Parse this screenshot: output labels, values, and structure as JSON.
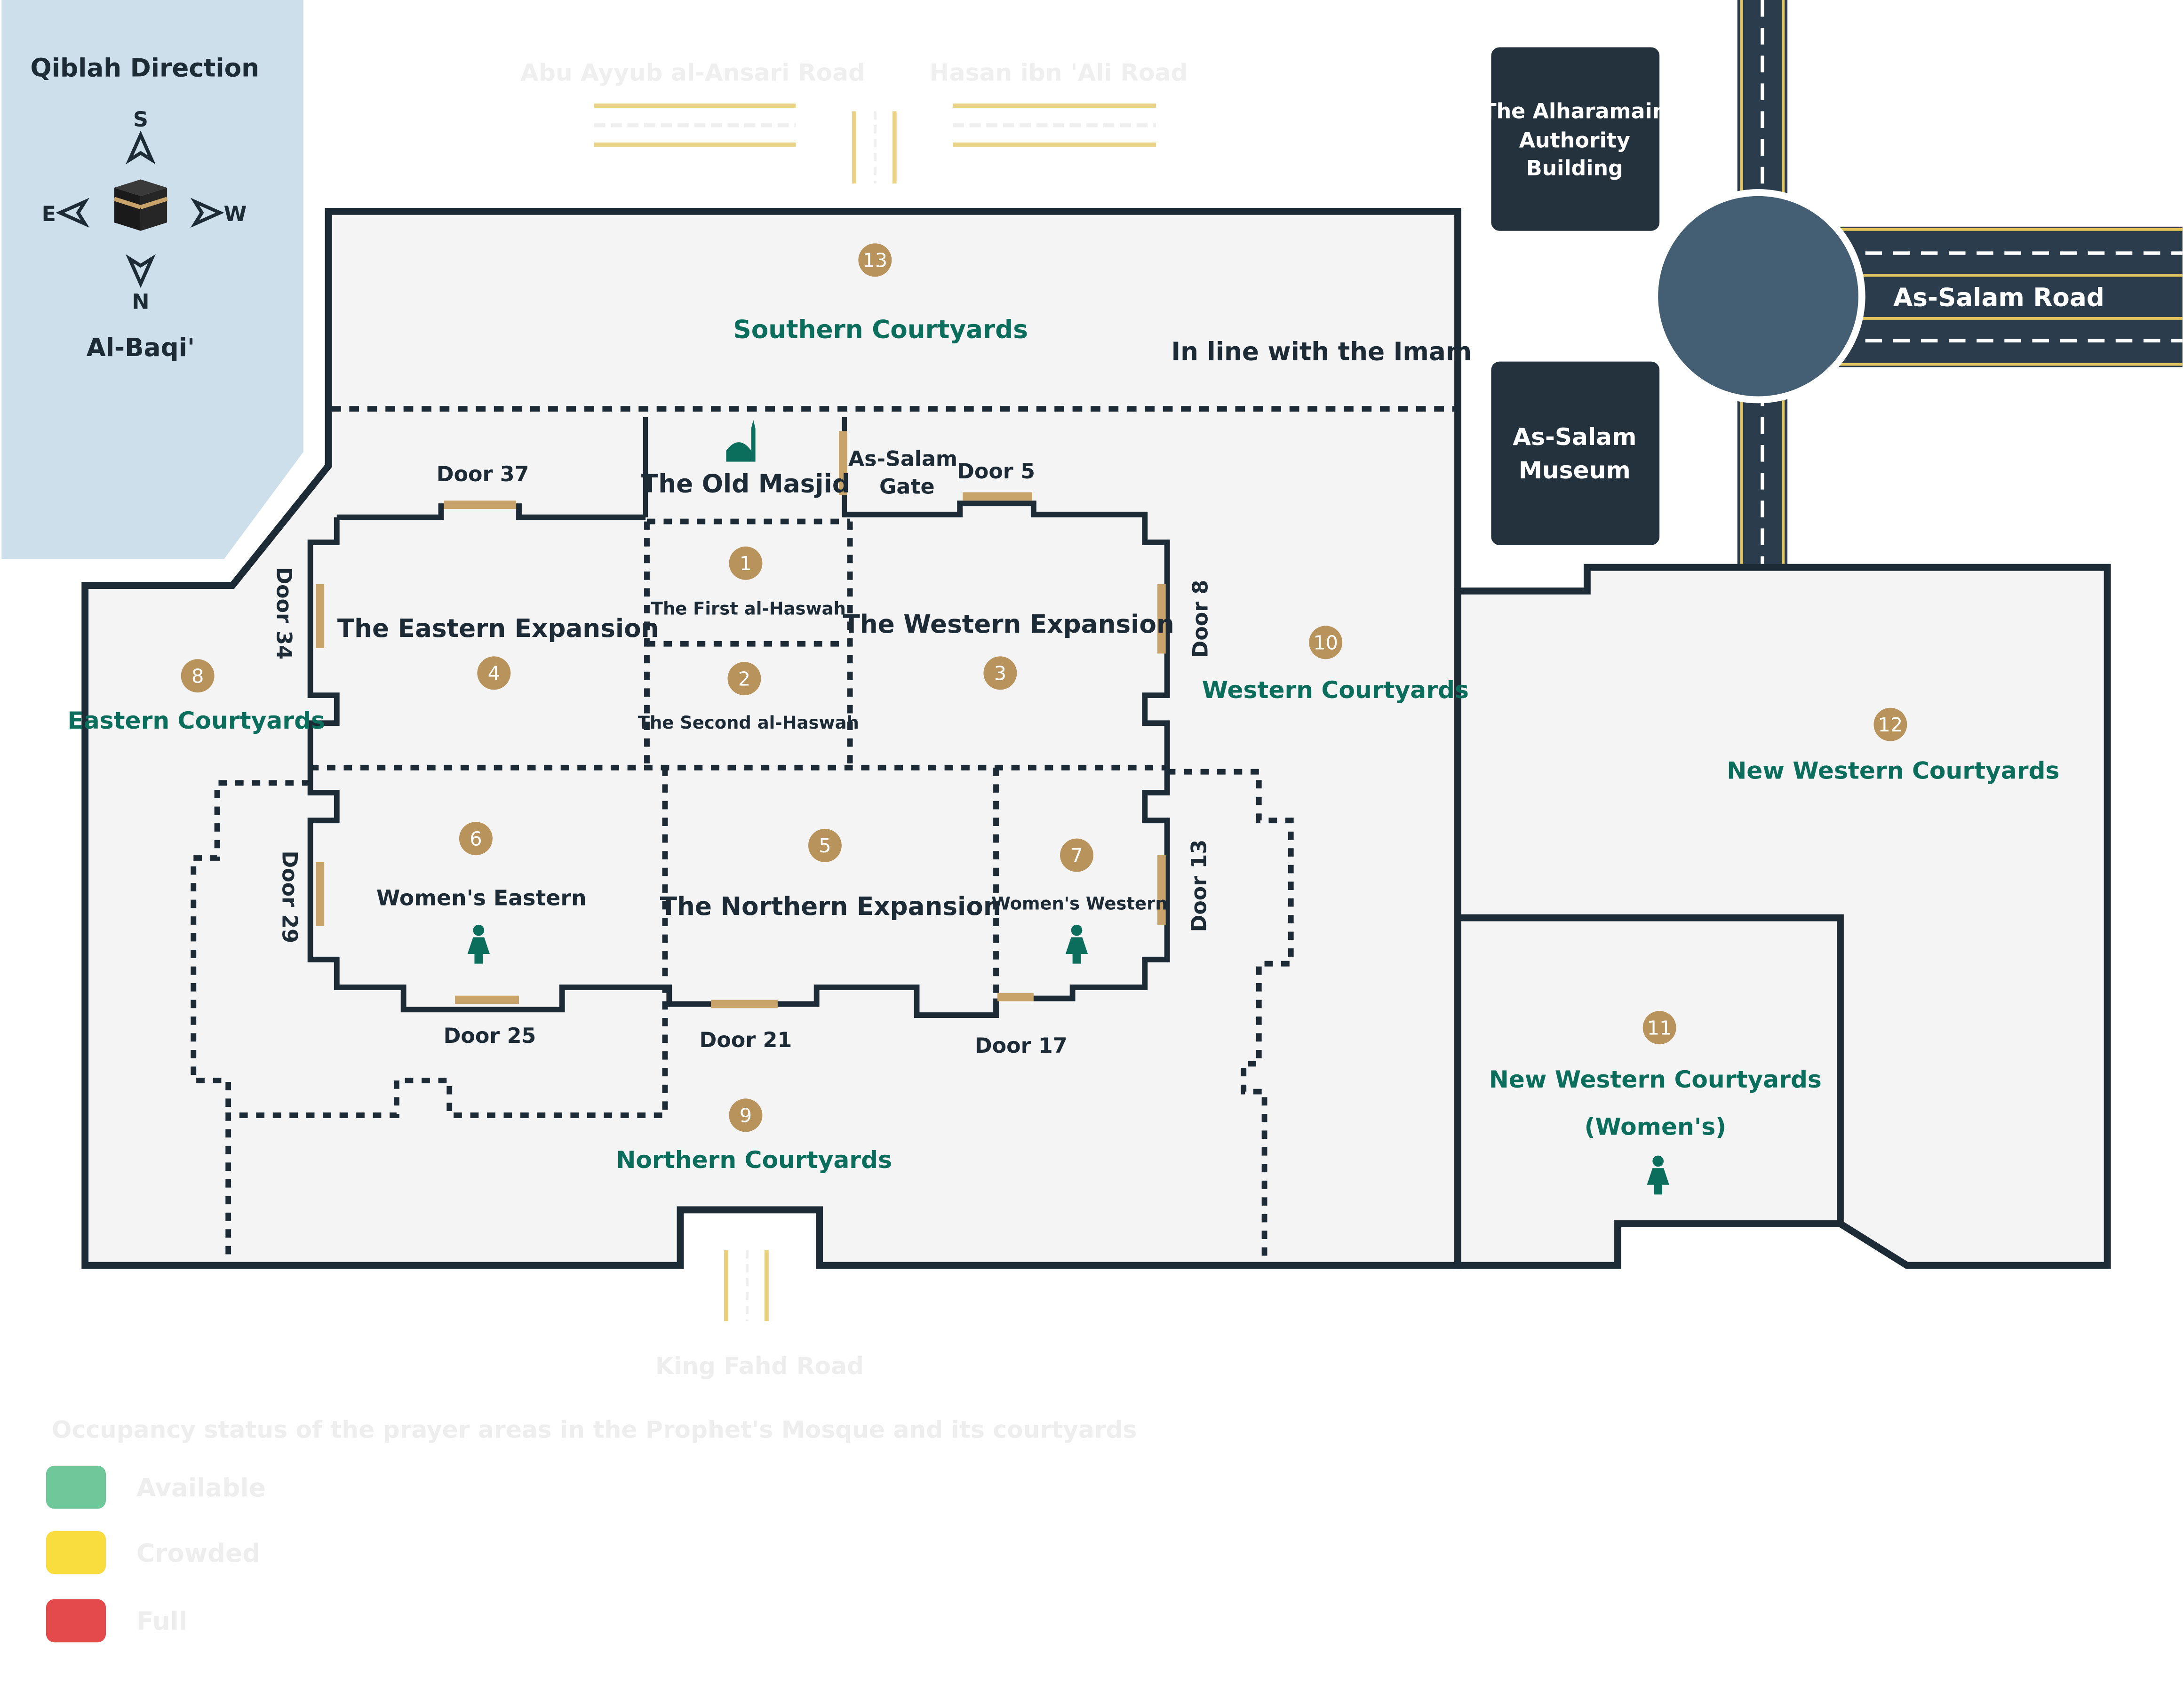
{
  "compass": {
    "title": "Qiblah Direction",
    "south": "S",
    "north": "N",
    "east": "E",
    "west": "W",
    "location": "Al-Baqi'"
  },
  "roads": {
    "abu_ayyub": "Abu Ayyub al-Ansari Road",
    "hasan": "Hasan ibn 'Ali Road",
    "as_salam": "As-Salam Road",
    "king_fahd": "King Fahd Road"
  },
  "buildings": {
    "authority_1": "The Alharamain",
    "authority_2": "Authority",
    "authority_3": "Building",
    "museum_1": "As-Salam",
    "museum_2": "Museum"
  },
  "areas": {
    "a1": {
      "num": "1",
      "label": "The First al-Haswah"
    },
    "a2": {
      "num": "2",
      "label": "The Second al-Haswah"
    },
    "a3": {
      "num": "3",
      "label": "The Western Expansion"
    },
    "a4": {
      "num": "4",
      "label": "The Eastern Expansion"
    },
    "a5": {
      "num": "5",
      "label": "The Northern Expansion"
    },
    "a6": {
      "num": "6",
      "label": "Women's Eastern"
    },
    "a7": {
      "num": "7",
      "label": "Women's Western"
    },
    "a8": {
      "num": "8",
      "label": "Eastern Courtyards"
    },
    "a9": {
      "num": "9",
      "label": "Northern Courtyards"
    },
    "a10": {
      "num": "10",
      "label": "Western Courtyards"
    },
    "a11": {
      "num": "11",
      "label_1": "New Western Courtyards",
      "label_2": "(Women's)"
    },
    "a12": {
      "num": "12",
      "label": "New Western Courtyards"
    },
    "a13": {
      "num": "13",
      "label": "Southern Courtyards"
    },
    "old_masjid": "The Old Masjid",
    "imam_line": "In line with the Imam"
  },
  "gates": {
    "as_salam_1": "As-Salam",
    "as_salam_2": "Gate",
    "door5": "Door 5",
    "door8": "Door 8",
    "door13": "Door 13",
    "door17": "Door 17",
    "door21": "Door 21",
    "door25": "Door 25",
    "door29": "Door 29",
    "door34": "Door 34",
    "door37": "Door 37"
  },
  "legend": {
    "title": "Occupancy status of the prayer areas in the Prophet's Mosque and its courtyards",
    "items": [
      {
        "label": "Available",
        "color": "#6ec89a"
      },
      {
        "label": "Crowded",
        "color": "#f9dc3d"
      },
      {
        "label": "Full",
        "color": "#e4494b"
      }
    ]
  },
  "colors": {
    "wall": "#1c2b36",
    "zone_text": "#0b6e5c",
    "badge": "#b8935b",
    "door": "#c9a46a",
    "road": "#2b3d4c",
    "roundabout": "#445e74",
    "compass_bg": "#cddfea",
    "floor": "#f4f4f4"
  }
}
